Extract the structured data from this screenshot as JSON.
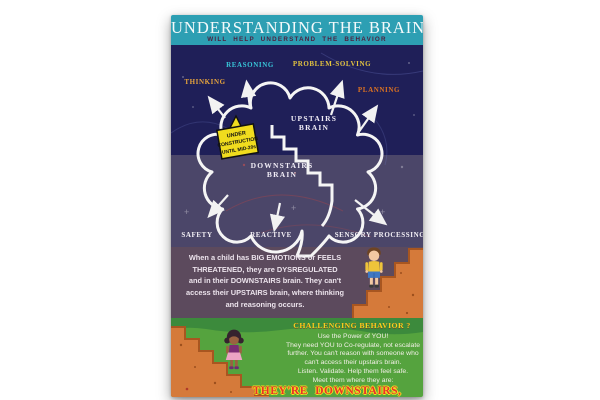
{
  "header": {
    "title": "UNDERSTANDING THE BRAIN",
    "subtitle": "WILL HELP UNDERSTAND THE BEHAVIOR"
  },
  "brain_map": {
    "upstairs": {
      "line1": "UPSTAIRS",
      "line2": "BRAIN",
      "functions": [
        {
          "label": "THINKING",
          "color": "#e7a43c"
        },
        {
          "label": "REASONING",
          "color": "#38c5d8"
        },
        {
          "label": "PROBLEM-SOLVING",
          "color": "#e3c33f"
        },
        {
          "label": "PLANNING",
          "color": "#df7320"
        }
      ]
    },
    "downstairs": {
      "line1": "DOWNSTAIRS",
      "line2": "BRAIN",
      "functions": [
        {
          "label": "SAFETY",
          "color": "#f4f1f6"
        },
        {
          "label": "REACTIVE",
          "color": "#f4f1f6"
        },
        {
          "label": "SENSORY PROCESSING",
          "color": "#f4f1f6"
        }
      ]
    },
    "construction_sign": {
      "line1": "UNDER",
      "line2": "CONSTRUCTION",
      "line3": "UNTIL MID-20s"
    }
  },
  "dysregulation": {
    "lines": [
      "When a child has BIG EMOTIONS or FEELS",
      "THREATENED, they are DYSREGULATED",
      "and in their DOWNSTAIRS brain. They can't",
      "access their UPSTAIRS brain, where thinking",
      "and reasoning occurs."
    ]
  },
  "challenging": {
    "heading": "CHALLENGING BEHAVIOR ?",
    "lines": [
      "Use the Power of YOU!",
      "They need YOU to Co-regulate, not escalate",
      "further. You can't reason with someone who",
      "can't access their upstairs brain.",
      "Listen. Validate. Help them feel safe.",
      "Meet them where they are:"
    ],
    "punchline": "THEY'RE DOWNSTAIRS,"
  },
  "colors": {
    "header_teal": "#2d9fb3",
    "navy": "#1f1f58",
    "slate": "#4b4669",
    "plum": "#5c4a5d",
    "green": "#55a33e",
    "green_dark": "#3c8a3c",
    "stairs_orange": "#d57a3a",
    "sign_yellow": "#f0dc1e",
    "punchline_red": "#e8332a"
  }
}
